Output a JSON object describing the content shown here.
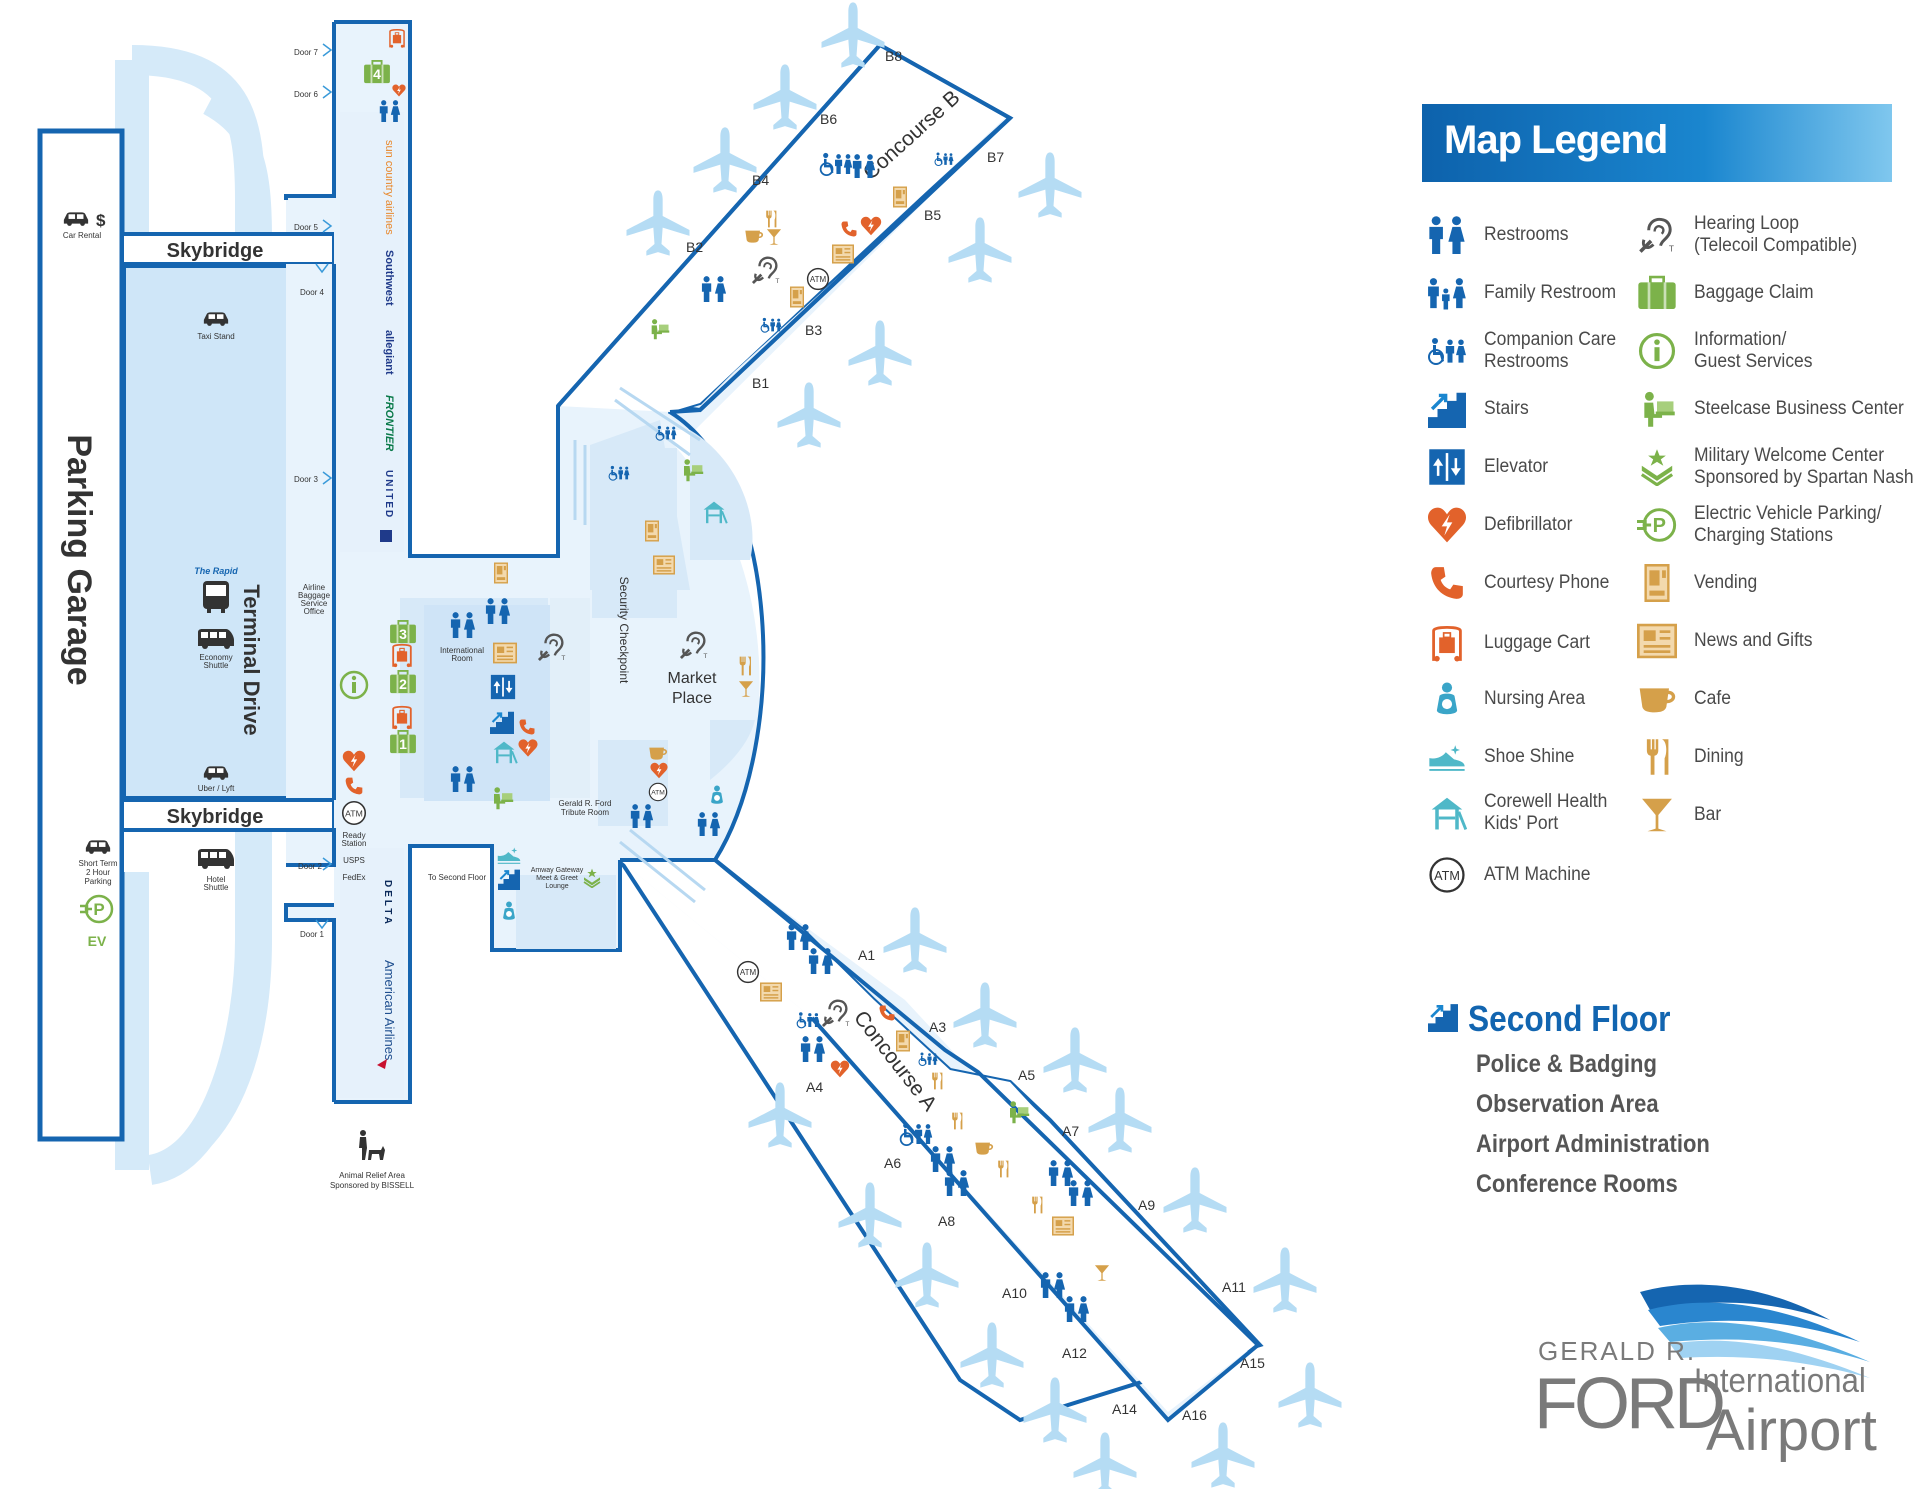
{
  "legend": {
    "title": "Map Legend",
    "items": [
      {
        "id": "restrooms",
        "label": "Restrooms",
        "label2": "",
        "icon": "restrooms-icon"
      },
      {
        "id": "family",
        "label": "Family Restroom",
        "label2": "",
        "icon": "family-restroom-icon"
      },
      {
        "id": "companion",
        "label": "Companion Care",
        "label2": "Restrooms",
        "icon": "companion-care-icon"
      },
      {
        "id": "stairs",
        "label": "Stairs",
        "label2": "",
        "icon": "stairs-icon"
      },
      {
        "id": "elevator",
        "label": "Elevator",
        "label2": "",
        "icon": "elevator-icon"
      },
      {
        "id": "defib",
        "label": "Defibrillator",
        "label2": "",
        "icon": "defibrillator-icon"
      },
      {
        "id": "phone",
        "label": "Courtesy Phone",
        "label2": "",
        "icon": "courtesy-phone-icon"
      },
      {
        "id": "cart",
        "label": "Luggage Cart",
        "label2": "",
        "icon": "luggage-cart-icon"
      },
      {
        "id": "nursing",
        "label": "Nursing Area",
        "label2": "",
        "icon": "nursing-area-icon"
      },
      {
        "id": "shoe",
        "label": "Shoe Shine",
        "label2": "",
        "icon": "shoe-shine-icon"
      },
      {
        "id": "kids",
        "label": "Corewell Health",
        "label2": "Kids' Port",
        "icon": "kids-port-icon"
      },
      {
        "id": "atm",
        "label": "ATM Machine",
        "label2": "",
        "icon": "atm-icon"
      },
      {
        "id": "hearing",
        "label": "Hearing Loop",
        "label2": "(Telecoil Compatible)",
        "icon": "hearing-loop-icon"
      },
      {
        "id": "baggage",
        "label": "Baggage Claim",
        "label2": "",
        "icon": "baggage-claim-icon"
      },
      {
        "id": "info",
        "label": "Information/",
        "label2": "Guest Services",
        "icon": "information-icon"
      },
      {
        "id": "business",
        "label": "Steelcase Business Center",
        "label2": "",
        "icon": "business-center-icon"
      },
      {
        "id": "military",
        "label": "Military Welcome Center",
        "label2": "Sponsored by Spartan Nash",
        "icon": "military-center-icon"
      },
      {
        "id": "ev",
        "label": "Electric Vehicle Parking/",
        "label2": "Charging Stations",
        "icon": "ev-charging-icon"
      },
      {
        "id": "vending",
        "label": "Vending",
        "label2": "",
        "icon": "vending-icon"
      },
      {
        "id": "news",
        "label": "News and Gifts",
        "label2": "",
        "icon": "news-gifts-icon"
      },
      {
        "id": "cafe",
        "label": "Cafe",
        "label2": "",
        "icon": "cafe-icon"
      },
      {
        "id": "dining",
        "label": "Dining",
        "label2": "",
        "icon": "dining-icon"
      },
      {
        "id": "bar",
        "label": "Bar",
        "label2": "",
        "icon": "bar-icon"
      }
    ]
  },
  "second_floor": {
    "title": "Second Floor",
    "items": [
      "Police & Badging",
      "Observation Area",
      "Airport Administration",
      "Conference Rooms"
    ]
  },
  "logo": {
    "line1": "GERALD R.",
    "line2": "FORD",
    "line3": "International",
    "line4": "Airport"
  },
  "map": {
    "parking_garage": "Parking Garage",
    "terminal_drive": "Terminal Drive",
    "skybridge_top": "Skybridge",
    "skybridge_bottom": "Skybridge",
    "car_rental": "Car Rental",
    "taxi_stand": "Taxi Stand",
    "the_rapid": "The Rapid",
    "economy_shuttle_1": "Economy",
    "economy_shuttle_2": "Shuttle",
    "uber_lyft": "Uber / Lyft",
    "short_term_1": "Short Term",
    "short_term_2": "2 Hour",
    "short_term_3": "Parking",
    "ev": "EV",
    "hotel_shuttle_1": "Hotel",
    "hotel_shuttle_2": "Shuttle",
    "doors": [
      "Door 7",
      "Door 6",
      "Door 5",
      "Door 4",
      "Door 3",
      "Door 2",
      "Door 1"
    ],
    "baggage_office": [
      "Airline",
      "Baggage",
      "Service",
      "Office"
    ],
    "ready_station": [
      "Ready",
      "Station"
    ],
    "usps": "USPS",
    "fedex": "FedEx",
    "animal_relief": [
      "Animal Relief Area",
      "Sponsored by BISSELL"
    ],
    "airlines_north": [
      "sun country airlines",
      "Southwest",
      "allegiant",
      "FRONTIER",
      "UNITED"
    ],
    "airlines_south": [
      "DELTA",
      "American Airlines"
    ],
    "international_room": [
      "International",
      "Room"
    ],
    "security": "Security Checkpoint",
    "market_place": [
      "Market",
      "Place"
    ],
    "ford_tribute": [
      "Gerald R. Ford",
      "Tribute Room"
    ],
    "to_second_floor": "To Second Floor",
    "amway": [
      "Amway Gateway",
      "Meet & Greet",
      "Lounge"
    ],
    "concourse_a": "Concourse A",
    "concourse_b": "Concourse B",
    "gates_b": [
      "B1",
      "B2",
      "B3",
      "B4",
      "B5",
      "B6",
      "B7",
      "B8"
    ],
    "gates_a": [
      "A1",
      "A3",
      "A4",
      "A5",
      "A6",
      "A7",
      "A8",
      "A9",
      "A10",
      "A11",
      "A12",
      "A14",
      "A15",
      "A16"
    ],
    "baggage_numbers": [
      "4",
      "3",
      "2",
      "1"
    ],
    "atm_label": "ATM"
  },
  "colors": {
    "blue": "#1565b0",
    "light_blue": "#dcecfa",
    "road": "#cfe6f8",
    "orange": "#e2622b",
    "tan": "#d5a04a",
    "green": "#7cb24a",
    "plane": "#b5dcf4"
  }
}
